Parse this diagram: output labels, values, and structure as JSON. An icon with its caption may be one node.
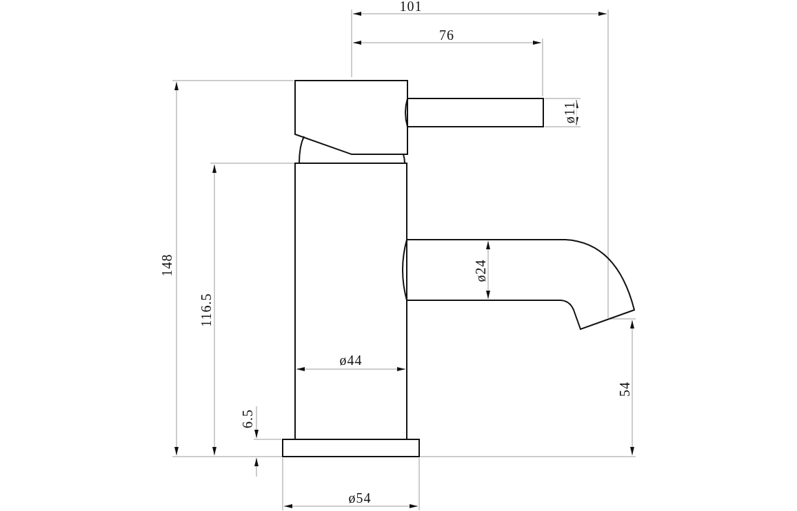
{
  "diagram": {
    "labels": [
      "101",
      "76",
      "ø11",
      "148",
      "116.5",
      "ø24",
      "ø44",
      "6.5",
      "54",
      "ø54"
    ]
  }
}
